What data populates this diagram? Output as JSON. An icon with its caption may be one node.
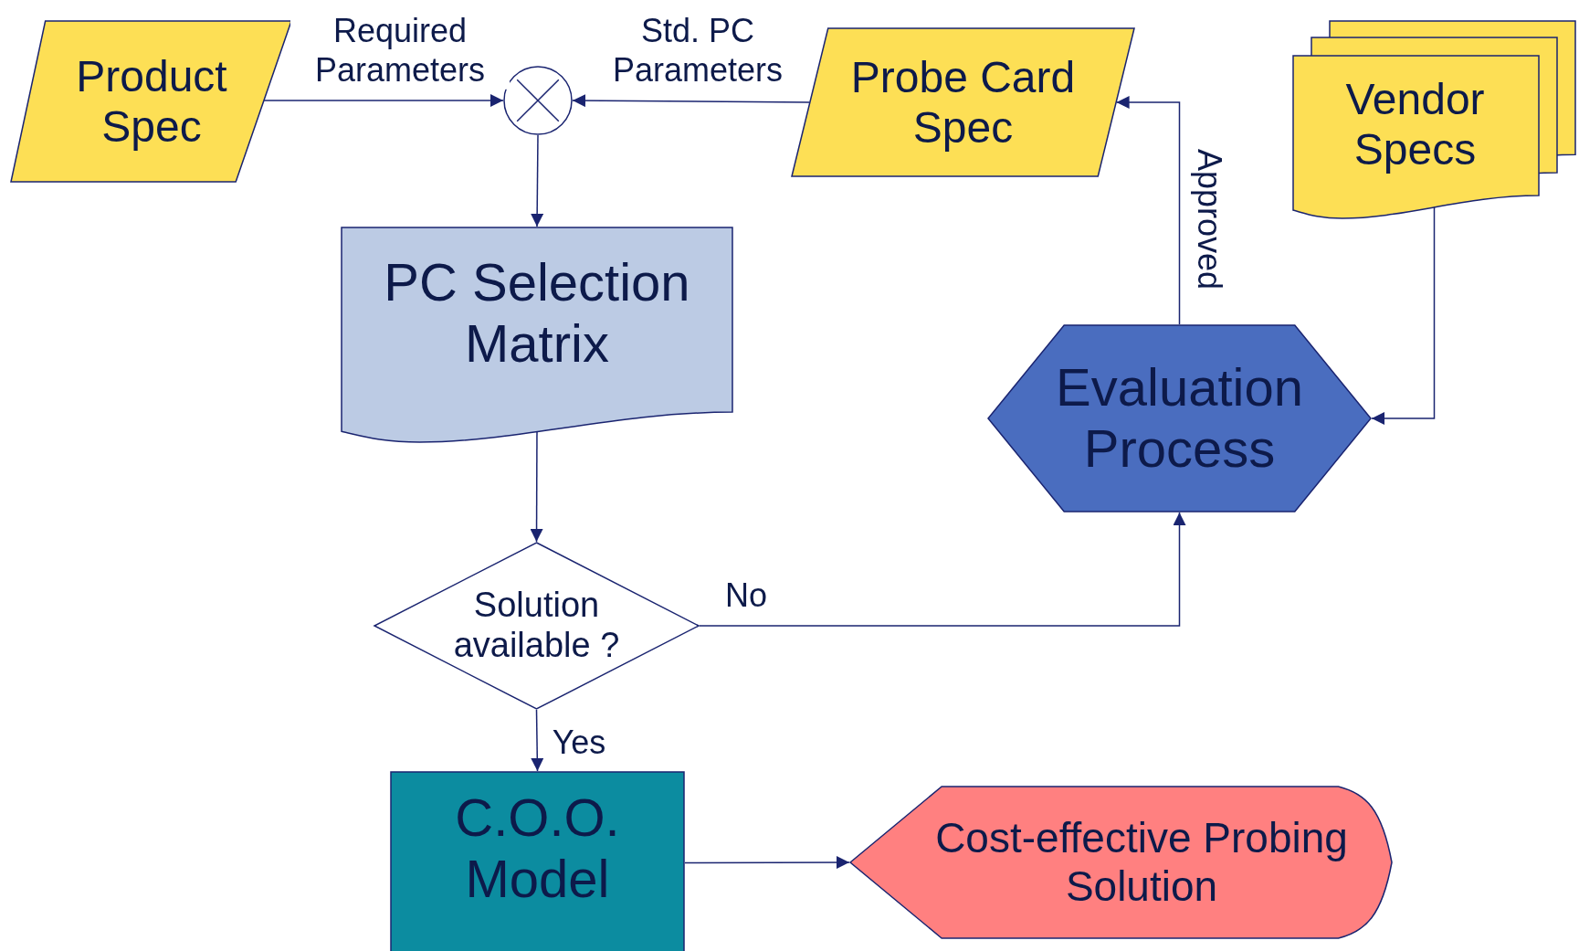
{
  "diagram": {
    "nodes": [
      {
        "text": [
          "Product Spec"
        ]
      },
      {
        "text": [],
        "shape": "circle"
      },
      {
        "text": [
          "Probe Card Spec"
        ]
      },
      {
        "text": [
          "Vendor Specs"
        ]
      },
      {
        "text": [
          "PC Selection Matrix"
        ]
      },
      {
        "text": [
          "Evaluation Process"
        ]
      },
      {
        "text": [
          "Solution available ?"
        ]
      },
      {
        "text": [
          "C.O.O. Model"
        ]
      },
      {
        "text": [
          "Cost-effective Probing Solution"
        ]
      }
    ],
    "edges": [
      {
        "from": 0,
        "to": 1,
        "arrow": "to",
        "label": "Required Parameters"
      },
      {
        "from": 2,
        "to": 1,
        "arrow": "to",
        "label": "Std. PC Parameters"
      },
      {
        "from": 1,
        "to": 4,
        "arrow": "to"
      },
      {
        "from": 4,
        "to": 6,
        "arrow": "to"
      },
      {
        "from": 6,
        "to": 5,
        "arrow": "to",
        "label": "No"
      },
      {
        "from": 6,
        "to": 7,
        "arrow": "to",
        "label": "Yes"
      },
      {
        "from": 5,
        "to": 2,
        "arrow": "to",
        "label": "Approved"
      },
      {
        "from": 3,
        "to": 5,
        "arrow": "to"
      },
      {
        "from": 7,
        "to": 8,
        "arrow": "to"
      }
    ]
  }
}
